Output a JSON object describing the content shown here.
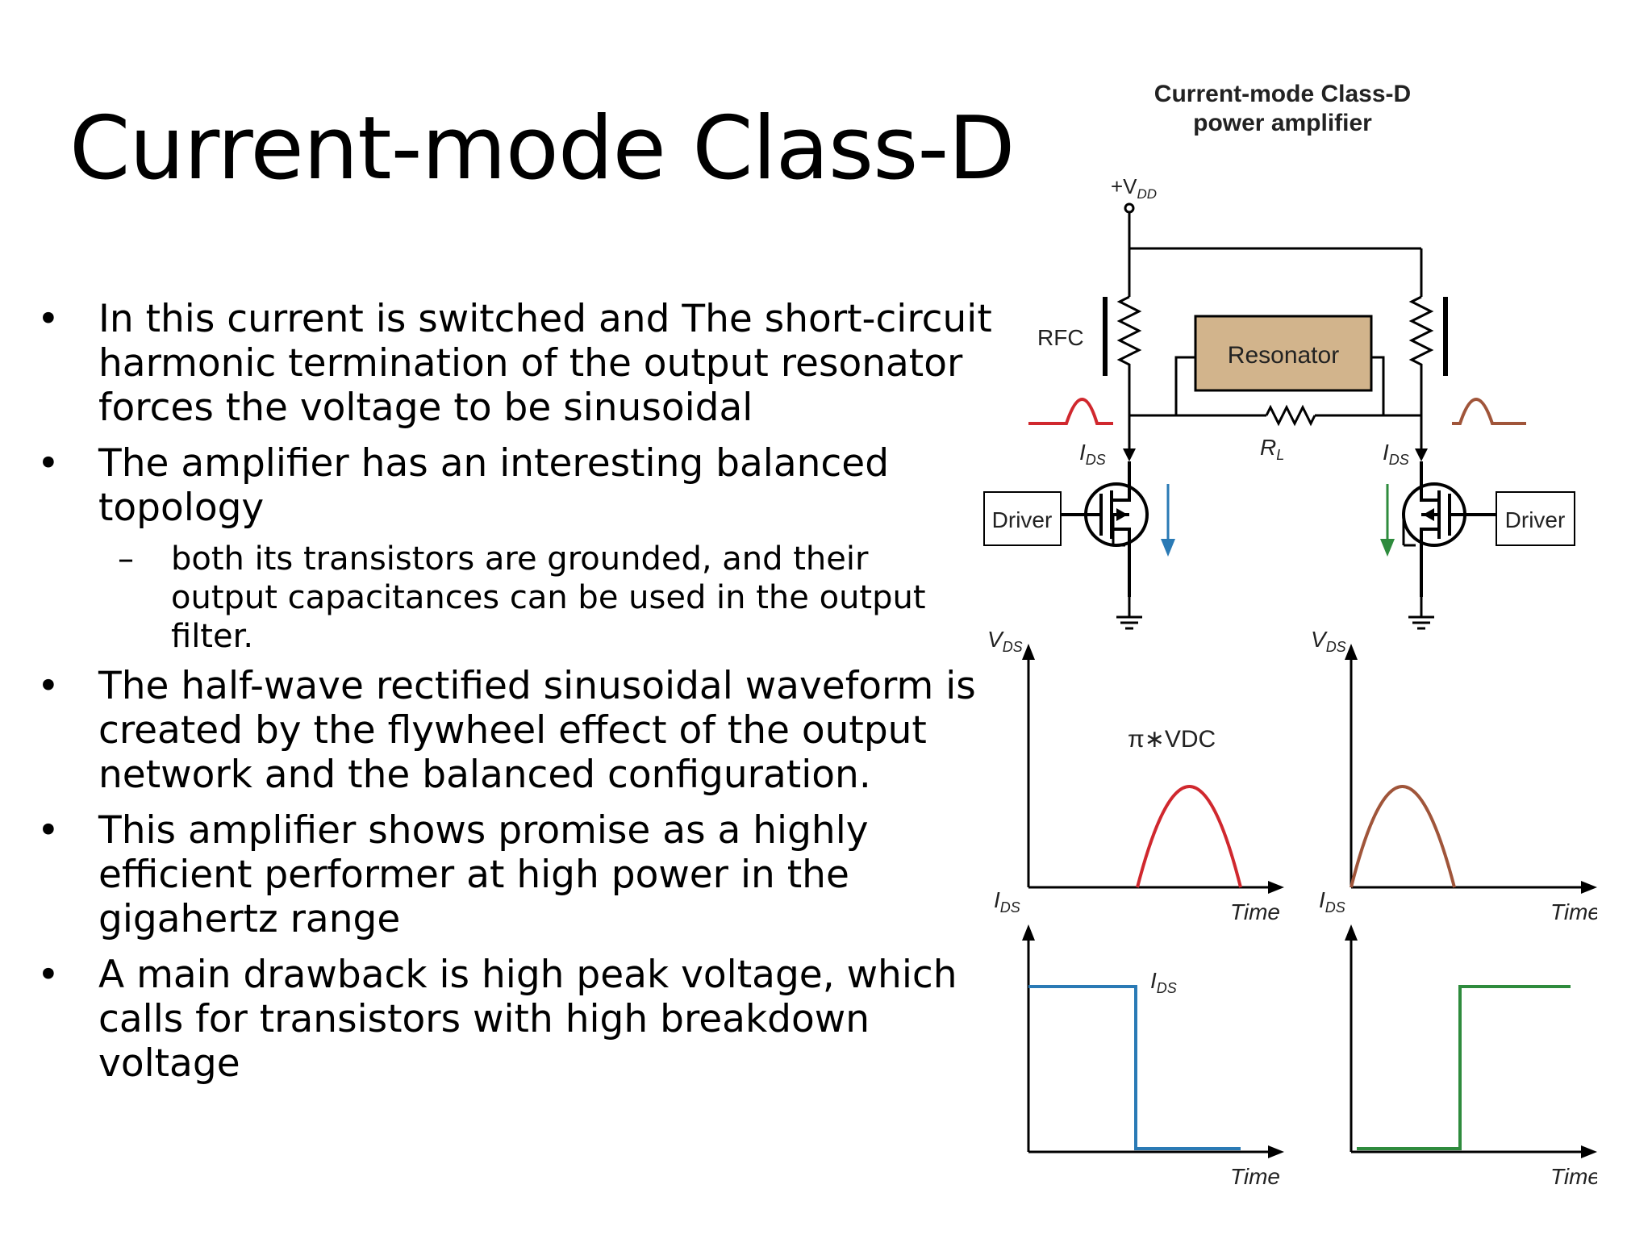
{
  "slide": {
    "title": "Current-mode Class-D",
    "bullets": [
      {
        "lines": [
          "In this current is switched and The short-circuit",
          "harmonic termination of the output resonator",
          "forces the voltage to be sinusoidal"
        ]
      },
      {
        "lines": [
          "The amplifier has an interesting balanced",
          "topology"
        ],
        "sub": {
          "lines": [
            "both its transistors are grounded, and their",
            "output capacitances can be used in the output",
            "filter."
          ]
        }
      },
      {
        "lines": [
          "The half-wave rectified sinusoidal waveform is",
          "created by the flywheel effect of the output",
          "network and the balanced configuration."
        ]
      },
      {
        "lines": [
          "This amplifier shows promise as a highly",
          "efficient performer at high power in the",
          "gigahertz range"
        ]
      },
      {
        "lines": [
          "A main drawback is high peak voltage, which",
          "calls for transistors with high breakdown",
          "voltage"
        ]
      }
    ],
    "bullet_mark": "•",
    "sub_mark": "–"
  },
  "diagram": {
    "title_lines": [
      "Current-mode Class-D",
      "power amplifier"
    ],
    "vdd_label": "+V",
    "vdd_sub": "DD",
    "rfc_label": "RFC",
    "resonator_label": "Resonator",
    "load_label": "R",
    "load_sub": "L",
    "ids_label": "I",
    "ids_sub": "DS",
    "driver_left": "Driver",
    "driver_right": "Driver",
    "vds_label": "V",
    "vds_sub": "DS",
    "time_label": "Time",
    "peak_label": "π∗VDC",
    "colors": {
      "left_wave": "#d0282e",
      "right_wave": "#a0553a",
      "left_current": "#2a7ab5",
      "right_current": "#2e8b3d",
      "resonator_fill": "#d2b48c",
      "wire": "#000000"
    }
  }
}
